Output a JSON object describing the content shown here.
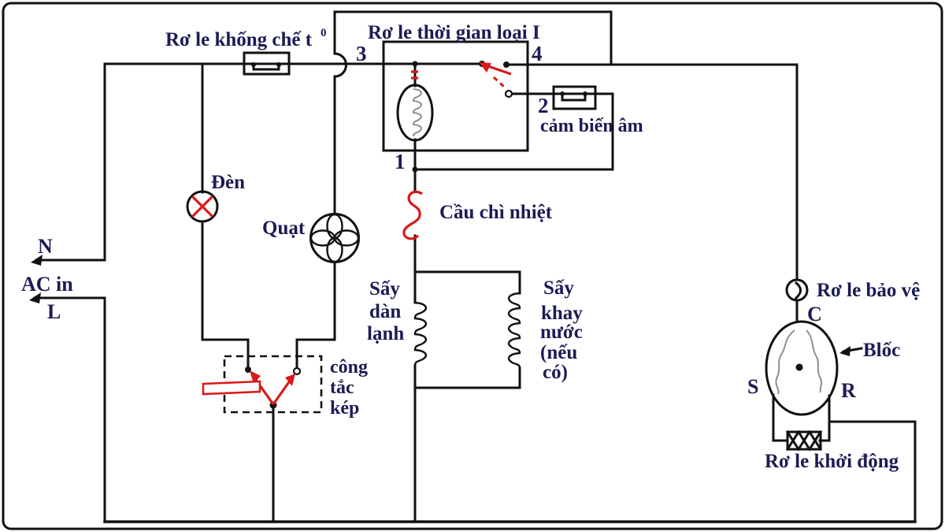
{
  "diagram": {
    "power": {
      "n": "N",
      "ac_in": "AC in",
      "l": "L"
    },
    "components": {
      "thermostat_relay": {
        "label": "Rơ le khống chế t",
        "sup": "0"
      },
      "timer_relay": {
        "label": "Rơ le thời gian loại I",
        "terminals": {
          "t1": "1",
          "t2": "2",
          "t3": "3",
          "t4": "4"
        }
      },
      "sound_sensor": {
        "label": "cảm biến âm"
      },
      "lamp": {
        "label": "Đèn"
      },
      "fan": {
        "label": "Quạt"
      },
      "thermal_fuse": {
        "label": "Cầu chì nhiệt"
      },
      "evaporator_heater": {
        "lines": [
          "Sấy",
          "dàn",
          "lạnh"
        ]
      },
      "tray_heater": {
        "lines": [
          "Sấy",
          "khay",
          "nước",
          "(nếu",
          "có)"
        ]
      },
      "double_switch": {
        "lines": [
          "công",
          "tắc",
          "kép"
        ]
      },
      "protective_relay": {
        "label": "Rơ le bảo vệ"
      },
      "compressor": {
        "label": "Blốc",
        "terminals": {
          "c": "C",
          "s": "S",
          "r": "R"
        }
      },
      "start_relay": {
        "label": "Rơ le khởi động"
      }
    },
    "colors": {
      "wire": "#111111",
      "label_text": "#1b1b55",
      "accent_red": "#d81a1a",
      "coil_gray": "#8f8f8f",
      "background": "#ffffff"
    }
  }
}
